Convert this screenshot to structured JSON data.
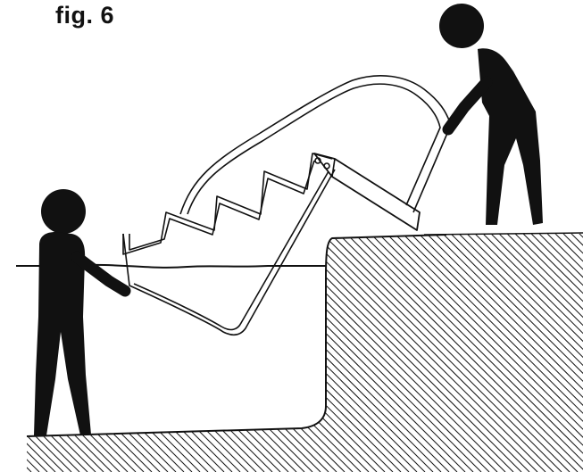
{
  "figure": {
    "label": "fig. 6"
  },
  "colors": {
    "ink": "#111111",
    "background": "#ffffff"
  },
  "elements": {
    "people": [
      "person-in-pool",
      "person-on-deck"
    ],
    "object": "pool-step-ladder",
    "features": [
      "water-surface",
      "pool-wall",
      "pool-floor",
      "ground-hatching"
    ]
  }
}
